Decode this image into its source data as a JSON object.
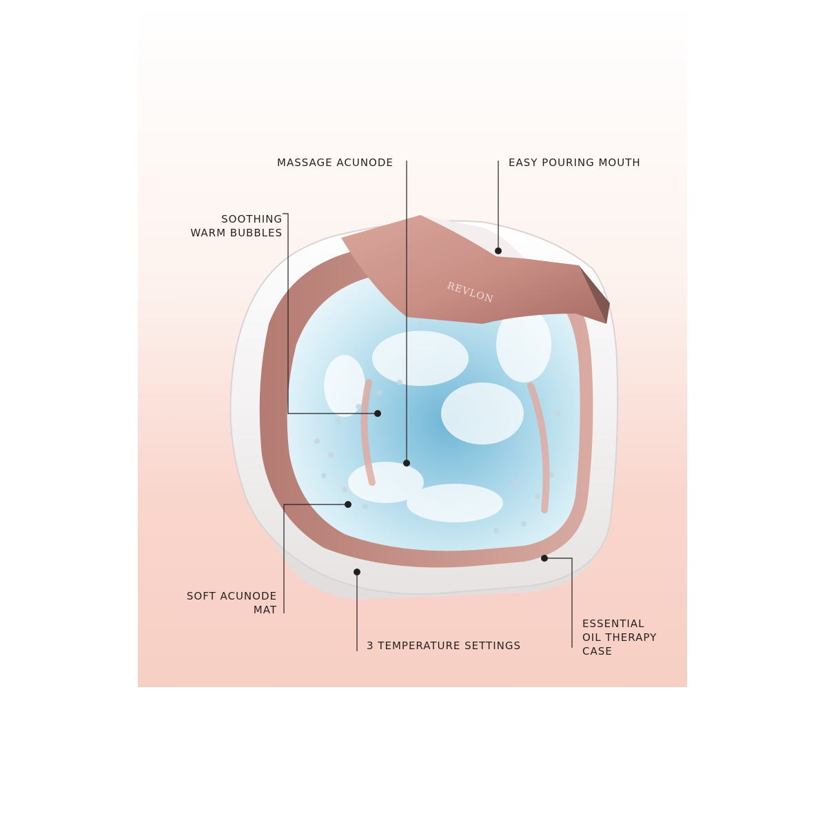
{
  "brand": {
    "logo_text": "REVLON"
  },
  "colors": {
    "rose_gold": "#c98f85",
    "water_blue": "#8cc7e0",
    "tub_white": "#f2f2f2",
    "panel_pink": "#f7cfc4",
    "leader_line": "#231f20"
  },
  "callouts": {
    "massage_acunode": "MASSAGE ACUNODE",
    "easy_pouring_mouth": "EASY POURING MOUTH",
    "soothing_warm_bubbles": {
      "line1": "SOOTHING",
      "line2": "WARM BUBBLES"
    },
    "soft_acunode_mat": {
      "line1": "SOFT ACUNODE",
      "line2": "MAT"
    },
    "temperature_settings": "3 TEMPERATURE SETTINGS",
    "essential_oil_therapy_case": {
      "line1": "ESSENTIAL",
      "line2": "OIL THERAPY",
      "line3": "CASE"
    }
  }
}
